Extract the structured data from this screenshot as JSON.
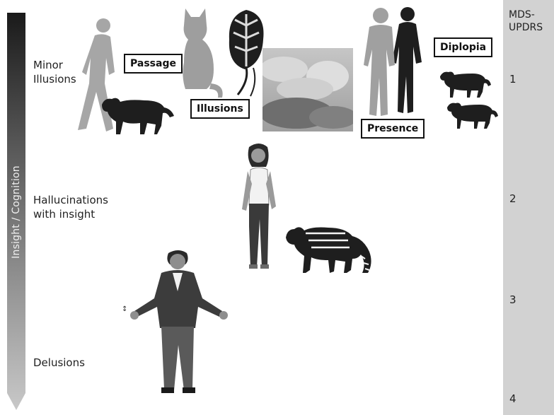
{
  "axis": {
    "label": "Insight / Cognition"
  },
  "levels": {
    "minor_illusions": "Minor\nIllusions",
    "hallucinations": "Hallucinations\nwith insight",
    "delusions": "Delusions"
  },
  "boxes": {
    "passage": "Passage",
    "illusions": "Illusions",
    "presence": "Presence",
    "diplopia": "Diplopia"
  },
  "scale": {
    "title": "MDS-\nUPDRS",
    "numbers": [
      "1",
      "2",
      "3",
      "4"
    ]
  },
  "colors": {
    "arrow_dark": "#1a1a1a",
    "arrow_light": "#c8c8c8",
    "scale_bar": "#d2d2d2",
    "silhouette_light": "#9a9a9a",
    "silhouette_dark": "#1e1e1e"
  },
  "misc": {
    "cursor": "↕"
  }
}
